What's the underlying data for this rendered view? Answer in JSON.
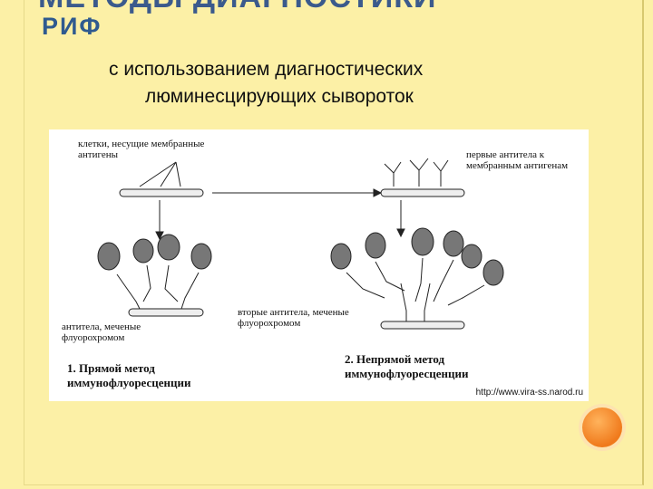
{
  "slide": {
    "title_top": "МЕТОДЫ ДИАГНОСТИКИ",
    "title": "РИФ",
    "subtitle_line1": "с использованием диагностических",
    "subtitle_line2": "люминесцирующих сывороток"
  },
  "figure": {
    "label_cells": "клетки, несущие мембранные антигены",
    "label_first_antibodies": "первые антитела к мембранным антигенам",
    "label_labeled_antibodies": "антитела, меченые флуорохромом",
    "label_second_antibodies": "вторые антитела, меченые флуорохромом",
    "method_direct": "1. Прямой метод иммунофлуоресценции",
    "method_indirect": "2. Непрямой метод иммунофлуоресценции",
    "url": "http://www.vira-ss.narod.ru"
  },
  "colors": {
    "background": "#fcf0a6",
    "title": "#2f5a8f",
    "accent_dot": "#f07a1c"
  }
}
